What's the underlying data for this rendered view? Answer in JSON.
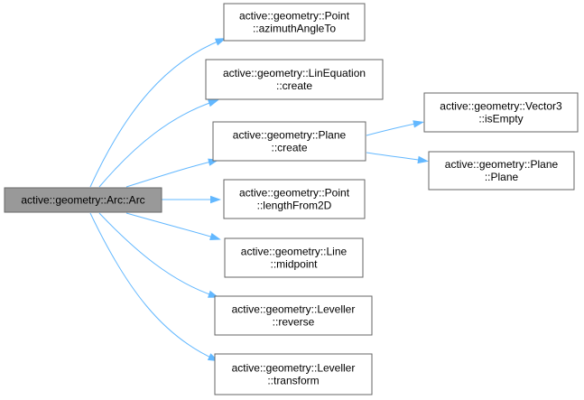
{
  "diagram": {
    "root": {
      "id": "arc",
      "line1": "active::geometry::Arc::Arc",
      "line2": ""
    },
    "nodes": [
      {
        "id": "azimuth",
        "line1": "active::geometry::Point",
        "line2": "::azimuthAngleTo"
      },
      {
        "id": "lineq",
        "line1": "active::geometry::LinEquation",
        "line2": "::create"
      },
      {
        "id": "planecreate",
        "line1": "active::geometry::Plane",
        "line2": "::create"
      },
      {
        "id": "isempty",
        "line1": "active::geometry::Vector3",
        "line2": "::isEmpty"
      },
      {
        "id": "planeplane",
        "line1": "active::geometry::Plane",
        "line2": "::Plane"
      },
      {
        "id": "length2d",
        "line1": "active::geometry::Point",
        "line2": "::lengthFrom2D"
      },
      {
        "id": "midpoint",
        "line1": "active::geometry::Line",
        "line2": "::midpoint"
      },
      {
        "id": "reverse",
        "line1": "active::geometry::Leveller",
        "line2": "::reverse"
      },
      {
        "id": "transform",
        "line1": "active::geometry::Leveller",
        "line2": "::transform"
      }
    ],
    "edges": [
      {
        "from": "arc",
        "to": "azimuth"
      },
      {
        "from": "arc",
        "to": "lineq"
      },
      {
        "from": "arc",
        "to": "planecreate"
      },
      {
        "from": "arc",
        "to": "length2d"
      },
      {
        "from": "arc",
        "to": "midpoint"
      },
      {
        "from": "arc",
        "to": "reverse"
      },
      {
        "from": "arc",
        "to": "transform"
      },
      {
        "from": "planecreate",
        "to": "isempty"
      },
      {
        "from": "planecreate",
        "to": "planeplane"
      }
    ],
    "colors": {
      "edge": "#63b8ff",
      "root_fill": "#999999",
      "node_fill": "#ffffff",
      "node_border": "#666666"
    }
  }
}
